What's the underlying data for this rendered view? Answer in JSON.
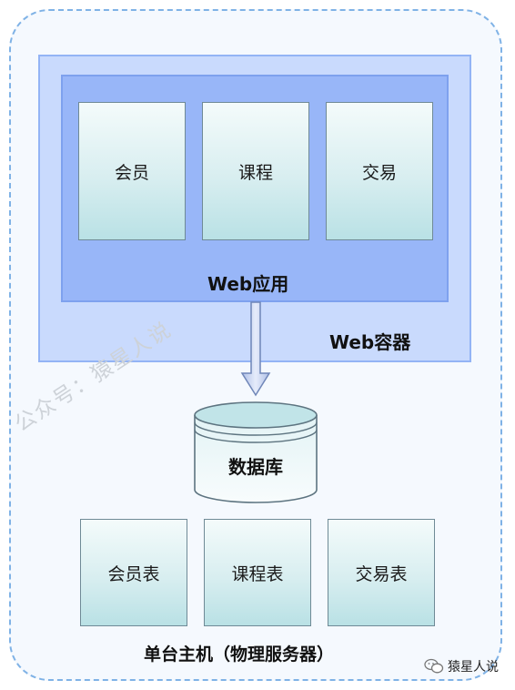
{
  "modules": [
    "会员",
    "课程",
    "交易"
  ],
  "web_app_label": "Web应用",
  "web_container_label": "Web容器",
  "database_label": "数据库",
  "tables": [
    "会员表",
    "课程表",
    "交易表"
  ],
  "host_label": "单台主机（物理服务器）",
  "watermark": "公众号：猿星人说",
  "badge_text": "猿星人说",
  "colors": {
    "host_border": "#7fb2e6",
    "container_fill": "#c9dafd",
    "webapp_fill": "#98b6f8",
    "box_fill": "#d8eef0",
    "arrow_fill": "#c5d2f3"
  }
}
